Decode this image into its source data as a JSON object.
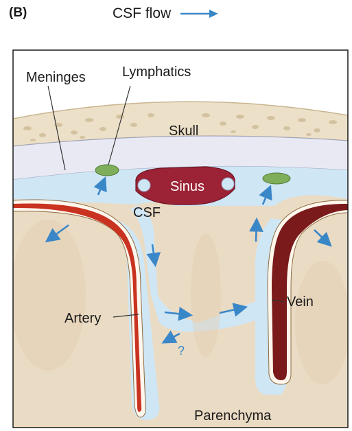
{
  "panel_label": "(B)",
  "legend": {
    "text": "CSF flow",
    "arrow_color": "#3a87c8"
  },
  "labels": {
    "meninges": "Meninges",
    "lymphatics": "Lymphatics",
    "skull": "Skull",
    "sinus": "Sinus",
    "csf": "CSF",
    "artery": "Artery",
    "vein": "Vein",
    "question": "?",
    "parenchyma": "Parenchyma"
  },
  "colors": {
    "skull": "#ece0c8",
    "skull_pores": "#d3c2a0",
    "meninges": "#e8e9f2",
    "csf": "#cfe6f5",
    "parenchyma": "#eadbc4",
    "sinus": "#9b2335",
    "artery": "#c93220",
    "vein": "#7a1a1a",
    "lymphatics": "#7fae5a",
    "flow_arrow": "#3a87c8"
  }
}
